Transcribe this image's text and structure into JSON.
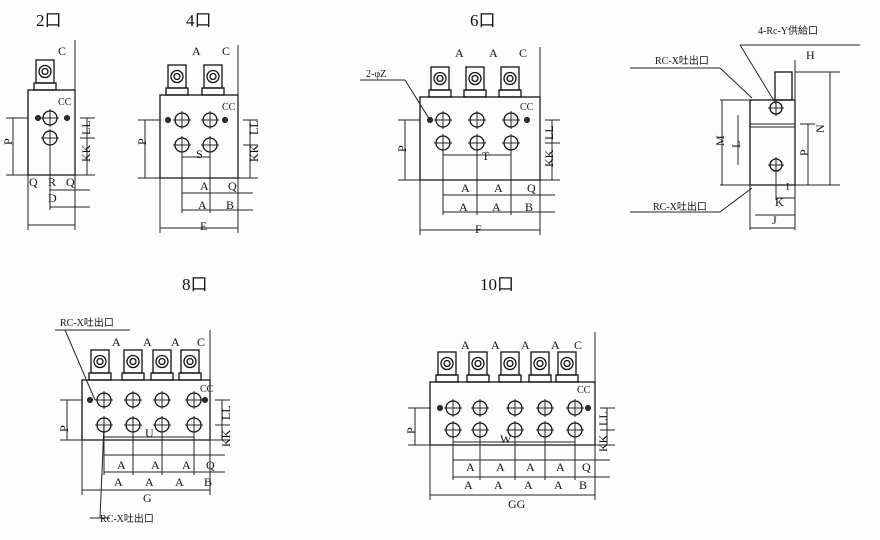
{
  "views": {
    "v2": {
      "title": "2口",
      "labels": {
        "C": "C",
        "CC": "CC",
        "P": "P",
        "LL": "LL",
        "KK": "KK",
        "Q1": "Q",
        "R": "R",
        "Q2": "Q",
        "D": "D"
      }
    },
    "v4": {
      "title": "4口",
      "labels": {
        "A": "A",
        "C": "C",
        "CC": "CC",
        "P": "P",
        "LL": "LL",
        "KK": "KK",
        "S": "S",
        "A1": "A",
        "Q": "Q",
        "A2": "A",
        "B": "B",
        "E": "E"
      }
    },
    "v6": {
      "title": "6口",
      "labels": {
        "Z": "2-φZ",
        "A1": "A",
        "A2": "A",
        "C": "C",
        "CC": "CC",
        "P": "P",
        "LL": "LL",
        "KK": "KK",
        "T": "T",
        "A3": "A",
        "A4": "A",
        "Q": "Q",
        "A5": "A",
        "A6": "A",
        "B": "B",
        "F": "F"
      }
    },
    "side": {
      "supply": "4-Rc-Y供給口",
      "outlet_top": "RC-X吐出口",
      "outlet_bottom": "RC-X吐出口",
      "H": "H",
      "M": "M",
      "L": "L",
      "N": "N",
      "P": "P",
      "I": "I",
      "K": "K",
      "J": "J"
    },
    "v8": {
      "title": "8口",
      "outlet_top": "RC-X吐出口",
      "outlet_bottom": "RC-X吐出口",
      "labels": {
        "A1": "A",
        "A2": "A",
        "A3": "A",
        "C": "C",
        "CC": "CC",
        "P": "P",
        "LL": "LL",
        "KK": "KK",
        "U": "U",
        "A4": "A",
        "A5": "A",
        "A6": "A",
        "Q": "Q",
        "A7": "A",
        "A8": "A",
        "A9": "A",
        "B": "B",
        "G": "G"
      }
    },
    "v10": {
      "title": "10口",
      "labels": {
        "A1": "A",
        "A2": "A",
        "A3": "A",
        "A4": "A",
        "C": "C",
        "CC": "CC",
        "P": "P",
        "LL": "LL",
        "KK": "KK",
        "W": "W",
        "A5": "A",
        "A6": "A",
        "A7": "A",
        "A8": "A",
        "Q": "Q",
        "A9": "A",
        "A10": "A",
        "A11": "A",
        "A12": "A",
        "B": "B",
        "GG": "GG"
      }
    }
  }
}
